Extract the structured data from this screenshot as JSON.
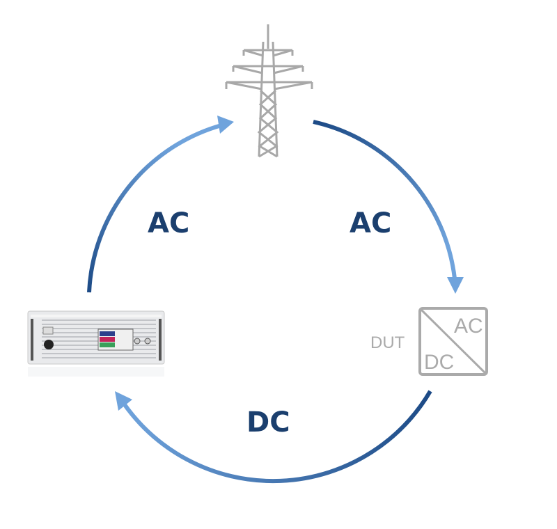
{
  "diagram": {
    "labels": {
      "left_ac": "AC",
      "right_ac": "AC",
      "bottom_dc": "DC",
      "dut": "DUT"
    },
    "dut_box": {
      "top_right": "AC",
      "bottom_left": "DC"
    },
    "nodes": [
      "power-grid-tower",
      "power-supply-device",
      "dut-converter"
    ],
    "colors": {
      "arrow_dark": "#1c4a86",
      "arrow_light": "#6fa3dc",
      "label": "#1b3f6e",
      "grey": "#aaaaaa"
    }
  }
}
